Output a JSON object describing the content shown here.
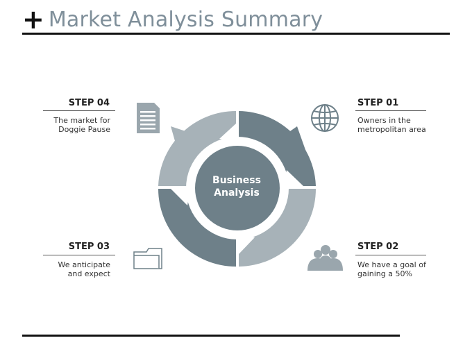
{
  "title": "Market Analysis Summary",
  "center": {
    "line1": "Business",
    "line2": "Analysis"
  },
  "steps": [
    {
      "heading": "STEP 01",
      "desc1": "Owners in the",
      "desc2": "metropolitan area",
      "icon": "globe-icon"
    },
    {
      "heading": "STEP 02",
      "desc1": "We have a goal of",
      "desc2": "gaining a 50%",
      "icon": "people-icon"
    },
    {
      "heading": "STEP 03",
      "desc1": "We anticipate",
      "desc2": "and expect",
      "icon": "folder-icon"
    },
    {
      "heading": "STEP 04",
      "desc1": "The market for",
      "desc2": "Doggie Pause",
      "icon": "document-icon"
    }
  ],
  "colors": {
    "dark": "#6e8089",
    "light": "#a7b2b8",
    "center": "#6e8089",
    "title": "#7f8f9a"
  }
}
